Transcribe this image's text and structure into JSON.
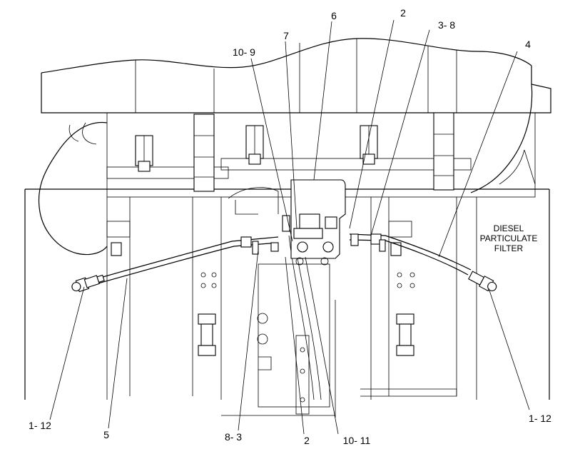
{
  "callouts": {
    "c6": "6",
    "c2_top": "2",
    "c3_8": "3- 8",
    "c7": "7",
    "c10_9": "10- 9",
    "c4": "4",
    "c1_12_left": "1- 12",
    "c5": "5",
    "c8_3": "8- 3",
    "c2_bottom": "2",
    "c10_11": "10- 11",
    "c1_12_right": "1- 12"
  },
  "filter_label": {
    "line1": "DIESEL",
    "line2": "PARTICULATE",
    "line3": "FILTER"
  }
}
